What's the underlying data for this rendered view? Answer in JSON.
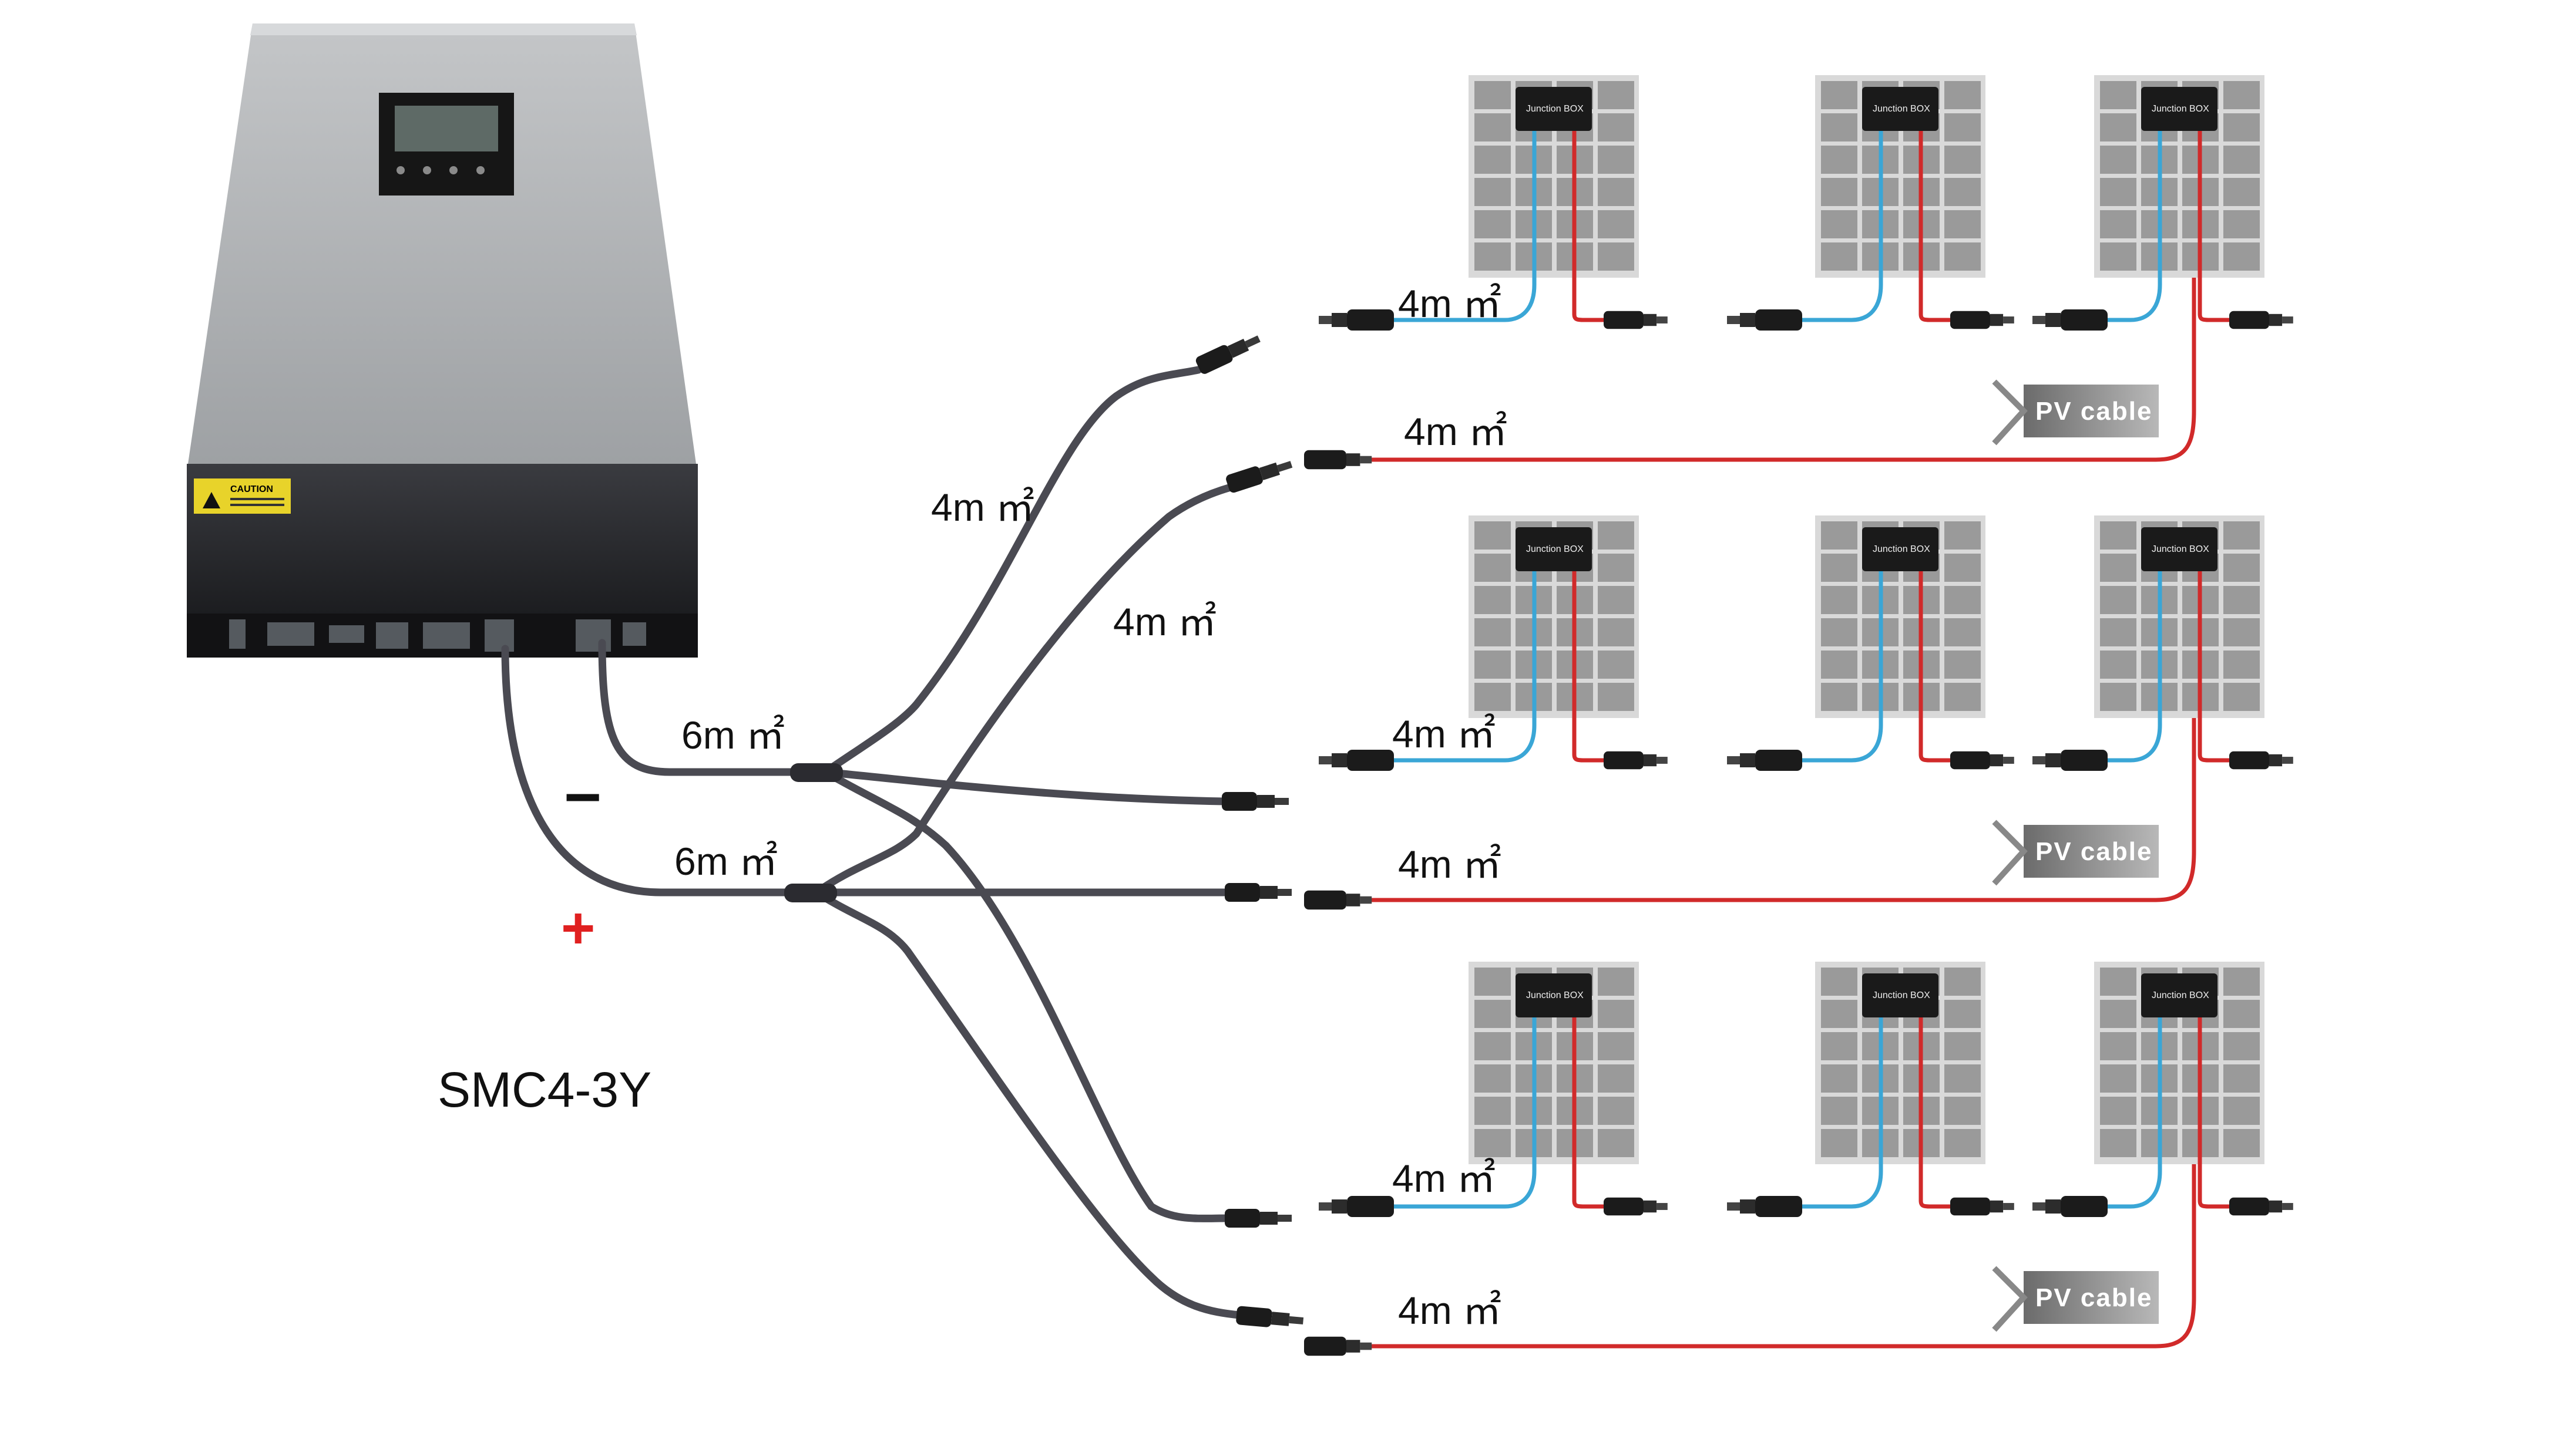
{
  "device": {
    "model": "SMC4-3Y",
    "caution_label": "CAUTION"
  },
  "polarity": {
    "negative": "−",
    "positive": "+"
  },
  "labels": {
    "main_cable": "6m ㎡",
    "branch_cable": "4m ㎡",
    "pv_cable": "PV cable",
    "junction_box": "Junction BOX"
  },
  "panel_rows": [
    {
      "row": 1,
      "panels": 3
    },
    {
      "row": 2,
      "panels": 3
    },
    {
      "row": 3,
      "panels": 3
    }
  ],
  "colors": {
    "positive_wire": "#d12a2a",
    "negative_wire": "#3aa6d6",
    "trunk_cable": "#4a4a52",
    "inverter_body": "#a9abae",
    "inverter_base": "#2e2f33",
    "polarity_positive": "#e02020"
  }
}
